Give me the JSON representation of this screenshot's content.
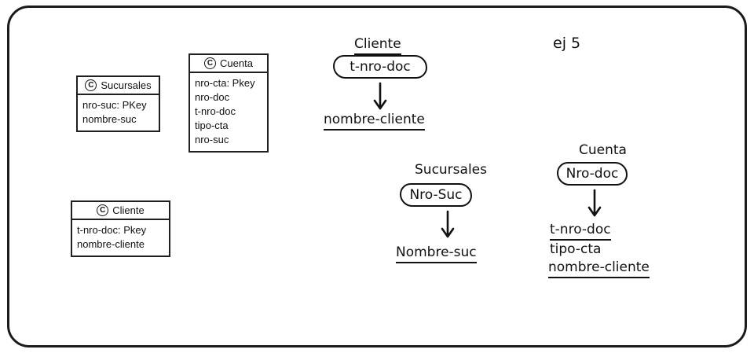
{
  "exercise_label": "ej 5",
  "classes": [
    {
      "icon": "C",
      "name": "Sucursales",
      "attributes": [
        "nro-suc: PKey",
        "nombre-suc"
      ]
    },
    {
      "icon": "C",
      "name": "Cuenta",
      "attributes": [
        "nro-cta: Pkey",
        "nro-doc",
        "t-nro-doc",
        "tipo-cta",
        "nro-suc"
      ]
    },
    {
      "icon": "C",
      "name": "Cliente",
      "attributes": [
        "t-nro-doc: Pkey",
        "nombre-cliente"
      ]
    }
  ],
  "dependencies": [
    {
      "title": "Cliente",
      "determinant": "t-nro-doc",
      "dependents": [
        "nombre-cliente"
      ]
    },
    {
      "title": "Sucursales",
      "determinant": "Nro-Suc",
      "dependents": [
        "Nombre-suc"
      ]
    },
    {
      "title": "Cuenta",
      "determinant": "Nro-doc",
      "dependents": [
        "t-nro-doc",
        "tipo-cta",
        "nombre-cliente"
      ]
    }
  ]
}
